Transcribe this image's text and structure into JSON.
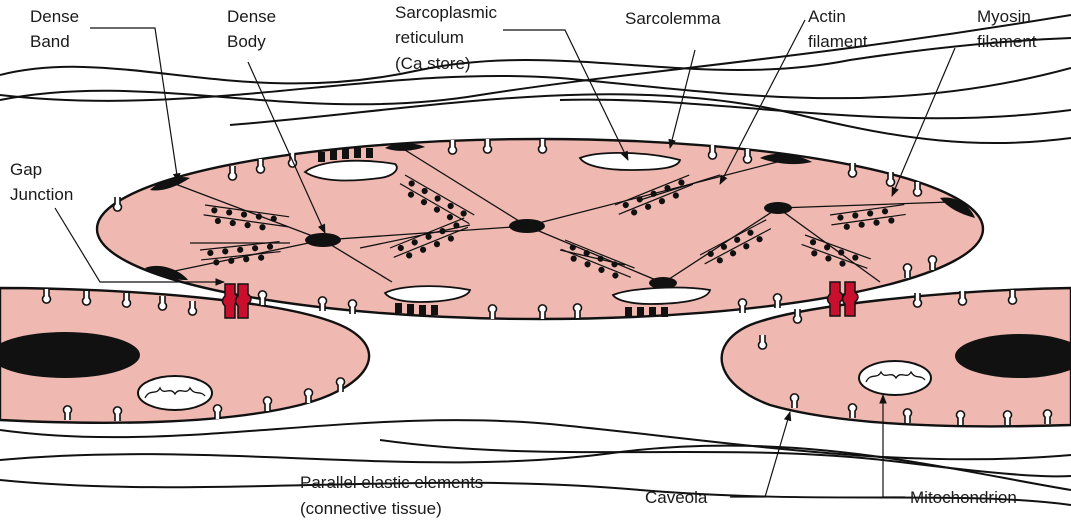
{
  "labels": {
    "dense_band": [
      "Dense",
      "Band"
    ],
    "dense_body": [
      "Dense",
      "Body"
    ],
    "sarcoplasmic_reticulum": [
      "Sarcoplasmic",
      "reticulum",
      "(Ca store)"
    ],
    "sarcolemma": [
      "Sarcolemma"
    ],
    "actin_filament": [
      "Actin",
      "filament"
    ],
    "myosin_filament": [
      "Myosin",
      "filament"
    ],
    "gap_junction": [
      "Gap",
      "Junction"
    ],
    "parallel_elastic": [
      "Parallel elastic elements",
      "(connective tissue)"
    ],
    "caveola": [
      "Caveola"
    ],
    "mitochondrion": [
      "Mitochondrion"
    ]
  },
  "colors": {
    "cytoplasm": "#efb8b1",
    "gap_junction": "#c8102e",
    "outline": "#111111",
    "reticulum": "#ffffff"
  }
}
